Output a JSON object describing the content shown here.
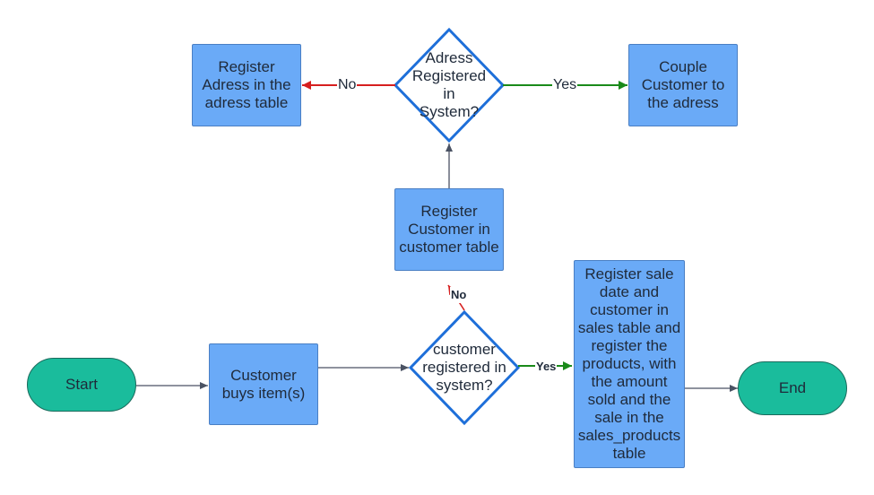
{
  "nodes": {
    "start": "Start",
    "customer_buys": "Customer\nbuys item(s)",
    "customer_registered": "customer\nregistered in\nsystem?",
    "register_sale": "Register sale\ndate and\ncustomer in\nsales table and\nregister the\nproducts, with\nthe amount\nsold and the\nsale in the\nsales_products\ntable",
    "end": "End",
    "register_customer": "Register\nCustomer in\ncustomer table",
    "adress_registered": "Adress\nRegistered in\nSystem?",
    "register_adress": "Register\nAdress in the\nadress table",
    "couple_customer": "Couple\nCustomer to\nthe adress"
  },
  "edge_labels": {
    "adress_no": "No",
    "adress_yes": "Yes",
    "customer_no": "No",
    "customer_yes": "Yes"
  },
  "colors": {
    "process_fill": "#6aaaf7",
    "terminal_fill": "#1abc9c",
    "decision_stroke": "#1e6fd9",
    "edge_default": "#4a5263",
    "edge_no": "#d61f1f",
    "edge_yes": "#1a8a1a"
  }
}
